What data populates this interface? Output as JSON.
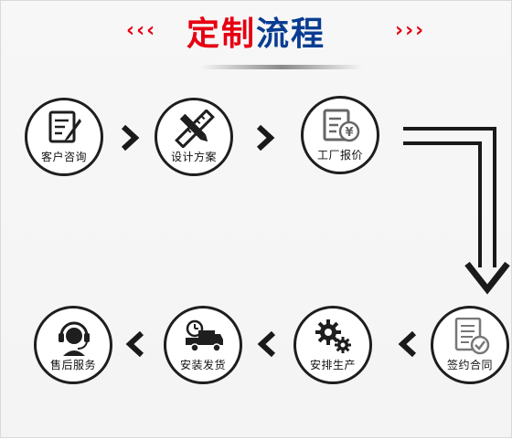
{
  "header": {
    "title_part1": "定制",
    "title_part2": "流程",
    "left_deco": "‹‹‹",
    "right_deco": "›››"
  },
  "steps": [
    {
      "label": "客户咨询",
      "icon": "edit-document-icon"
    },
    {
      "label": "设计方案",
      "icon": "ruler-pencil-icon"
    },
    {
      "label": "工厂报价",
      "icon": "price-quote-icon"
    },
    {
      "label": "签约合同",
      "icon": "contract-check-icon"
    },
    {
      "label": "安排生产",
      "icon": "gears-icon"
    },
    {
      "label": "安装发货",
      "icon": "delivery-truck-icon"
    },
    {
      "label": "售后服务",
      "icon": "headset-support-icon"
    }
  ],
  "colors": {
    "accent_red": "#e60012",
    "accent_blue": "#0a3d91",
    "icon_dark": "#1e1e1e"
  }
}
